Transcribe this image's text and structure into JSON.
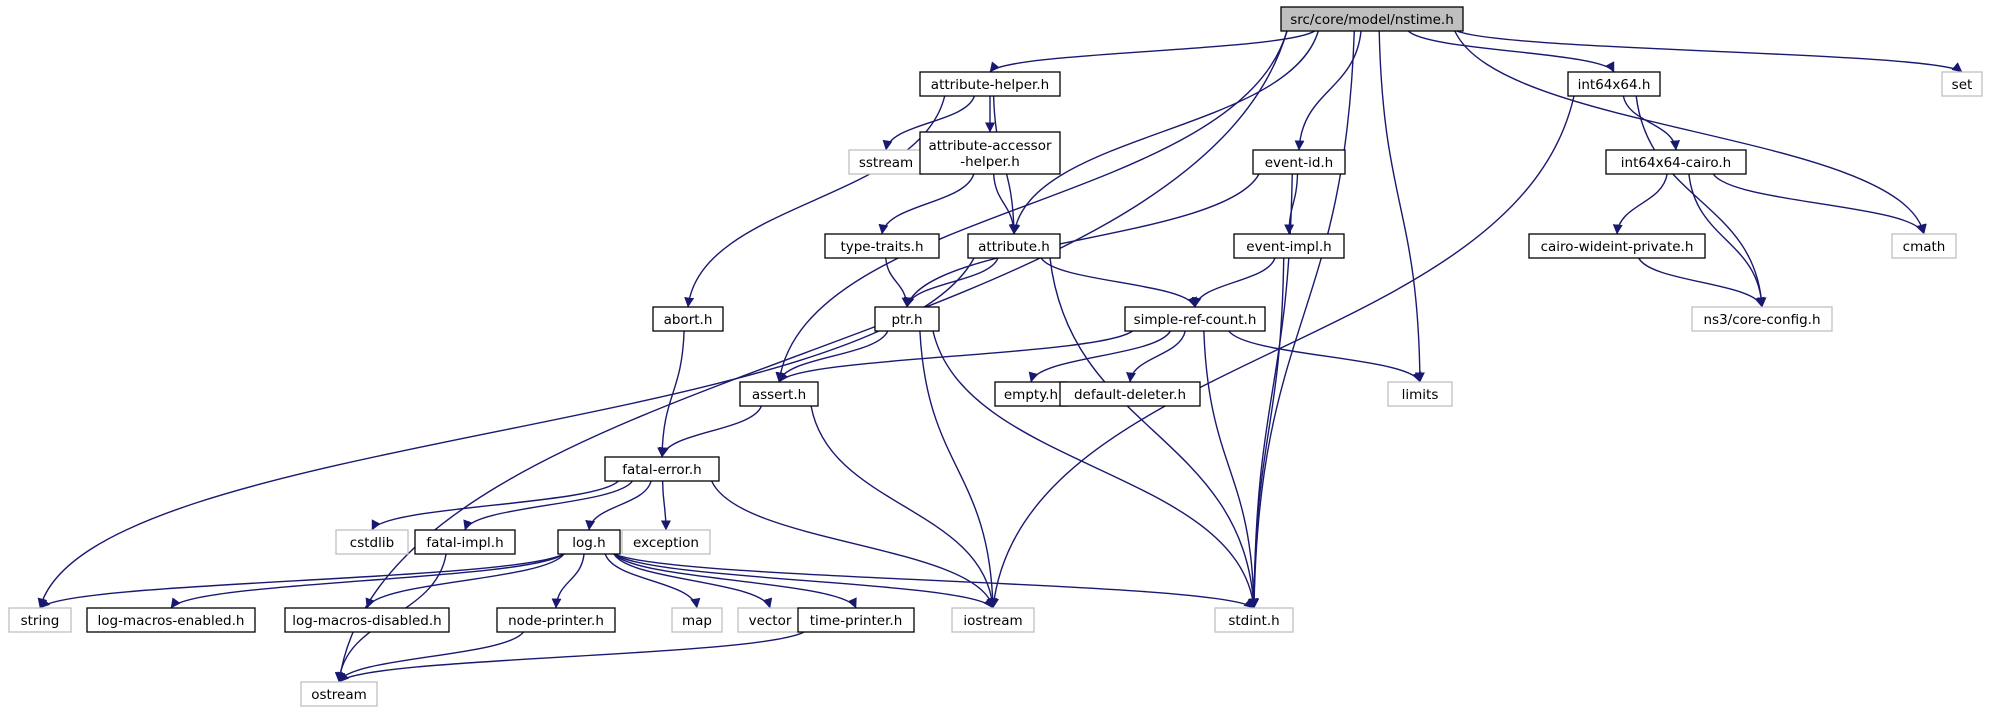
{
  "diagram": {
    "colors": {
      "edge": "#191970",
      "root_fill": "#bfbfbf",
      "external_border": "#bfbfbf",
      "internal_border": "#000000"
    },
    "nodes": [
      {
        "id": "root",
        "lines": [
          "src/core/model/nstime.h"
        ],
        "kind": "root"
      },
      {
        "id": "attribute-helper",
        "lines": [
          "attribute-helper.h"
        ],
        "kind": "file"
      },
      {
        "id": "int64x64",
        "lines": [
          "int64x64.h"
        ],
        "kind": "file"
      },
      {
        "id": "set",
        "lines": [
          "set"
        ],
        "kind": "external"
      },
      {
        "id": "sstream",
        "lines": [
          "sstream"
        ],
        "kind": "external"
      },
      {
        "id": "attribute-accessor-helper",
        "lines": [
          "attribute-accessor",
          "-helper.h"
        ],
        "kind": "file"
      },
      {
        "id": "event-id",
        "lines": [
          "event-id.h"
        ],
        "kind": "file"
      },
      {
        "id": "int64x64-cairo",
        "lines": [
          "int64x64-cairo.h"
        ],
        "kind": "file"
      },
      {
        "id": "type-traits",
        "lines": [
          "type-traits.h"
        ],
        "kind": "file"
      },
      {
        "id": "attribute",
        "lines": [
          "attribute.h"
        ],
        "kind": "file"
      },
      {
        "id": "event-impl",
        "lines": [
          "event-impl.h"
        ],
        "kind": "file"
      },
      {
        "id": "cairo-wideint-private",
        "lines": [
          "cairo-wideint-private.h"
        ],
        "kind": "file"
      },
      {
        "id": "cmath",
        "lines": [
          "cmath"
        ],
        "kind": "external"
      },
      {
        "id": "abort",
        "lines": [
          "abort.h"
        ],
        "kind": "file"
      },
      {
        "id": "ptr",
        "lines": [
          "ptr.h"
        ],
        "kind": "file"
      },
      {
        "id": "simple-ref-count",
        "lines": [
          "simple-ref-count.h"
        ],
        "kind": "file"
      },
      {
        "id": "core-config",
        "lines": [
          "ns3/core-config.h"
        ],
        "kind": "external"
      },
      {
        "id": "assert",
        "lines": [
          "assert.h"
        ],
        "kind": "file"
      },
      {
        "id": "empty",
        "lines": [
          "empty.h"
        ],
        "kind": "file"
      },
      {
        "id": "default-deleter",
        "lines": [
          "default-deleter.h"
        ],
        "kind": "file"
      },
      {
        "id": "limits",
        "lines": [
          "limits"
        ],
        "kind": "external"
      },
      {
        "id": "fatal-error",
        "lines": [
          "fatal-error.h"
        ],
        "kind": "file"
      },
      {
        "id": "cstdlib",
        "lines": [
          "cstdlib"
        ],
        "kind": "external"
      },
      {
        "id": "fatal-impl",
        "lines": [
          "fatal-impl.h"
        ],
        "kind": "file"
      },
      {
        "id": "log",
        "lines": [
          "log.h"
        ],
        "kind": "file"
      },
      {
        "id": "exception",
        "lines": [
          "exception"
        ],
        "kind": "external"
      },
      {
        "id": "string",
        "lines": [
          "string"
        ],
        "kind": "external"
      },
      {
        "id": "log-macros-enabled",
        "lines": [
          "log-macros-enabled.h"
        ],
        "kind": "file"
      },
      {
        "id": "log-macros-disabled",
        "lines": [
          "log-macros-disabled.h"
        ],
        "kind": "file"
      },
      {
        "id": "node-printer",
        "lines": [
          "node-printer.h"
        ],
        "kind": "file"
      },
      {
        "id": "map",
        "lines": [
          "map"
        ],
        "kind": "external"
      },
      {
        "id": "vector",
        "lines": [
          "vector"
        ],
        "kind": "external"
      },
      {
        "id": "time-printer",
        "lines": [
          "time-printer.h"
        ],
        "kind": "file"
      },
      {
        "id": "iostream",
        "lines": [
          "iostream"
        ],
        "kind": "external"
      },
      {
        "id": "stdint",
        "lines": [
          "stdint.h"
        ],
        "kind": "external"
      },
      {
        "id": "ostream",
        "lines": [
          "ostream"
        ],
        "kind": "external"
      }
    ],
    "edges": [
      [
        "root",
        "ostream"
      ],
      [
        "root",
        "attribute-helper"
      ],
      [
        "root",
        "assert"
      ],
      [
        "root",
        "attribute"
      ],
      [
        "root",
        "event-id"
      ],
      [
        "root",
        "limits"
      ],
      [
        "root",
        "stdint"
      ],
      [
        "root",
        "int64x64"
      ],
      [
        "root",
        "cmath"
      ],
      [
        "root",
        "set"
      ],
      [
        "attribute-helper",
        "abort"
      ],
      [
        "attribute-helper",
        "sstream"
      ],
      [
        "attribute-helper",
        "attribute-accessor-helper"
      ],
      [
        "attribute-helper",
        "attribute"
      ],
      [
        "attribute-accessor-helper",
        "type-traits"
      ],
      [
        "attribute-accessor-helper",
        "attribute"
      ],
      [
        "type-traits",
        "ptr"
      ],
      [
        "attribute",
        "string"
      ],
      [
        "attribute",
        "ptr"
      ],
      [
        "attribute",
        "simple-ref-count"
      ],
      [
        "attribute",
        "stdint"
      ],
      [
        "event-id",
        "ptr"
      ],
      [
        "event-id",
        "event-impl"
      ],
      [
        "event-id",
        "stdint"
      ],
      [
        "event-impl",
        "simple-ref-count"
      ],
      [
        "event-impl",
        "stdint"
      ],
      [
        "int64x64",
        "int64x64-cairo"
      ],
      [
        "int64x64",
        "core-config"
      ],
      [
        "int64x64",
        "iostream"
      ],
      [
        "int64x64-cairo",
        "cairo-wideint-private"
      ],
      [
        "int64x64-cairo",
        "core-config"
      ],
      [
        "int64x64-cairo",
        "cmath"
      ],
      [
        "cairo-wideint-private",
        "core-config"
      ],
      [
        "abort",
        "fatal-error"
      ],
      [
        "ptr",
        "assert"
      ],
      [
        "ptr",
        "iostream"
      ],
      [
        "ptr",
        "stdint"
      ],
      [
        "simple-ref-count",
        "assert"
      ],
      [
        "simple-ref-count",
        "empty"
      ],
      [
        "simple-ref-count",
        "default-deleter"
      ],
      [
        "simple-ref-count",
        "limits"
      ],
      [
        "simple-ref-count",
        "stdint"
      ],
      [
        "assert",
        "fatal-error"
      ],
      [
        "assert",
        "iostream"
      ],
      [
        "fatal-error",
        "cstdlib"
      ],
      [
        "fatal-error",
        "fatal-impl"
      ],
      [
        "fatal-error",
        "log"
      ],
      [
        "fatal-error",
        "exception"
      ],
      [
        "fatal-error",
        "iostream"
      ],
      [
        "fatal-impl",
        "ostream"
      ],
      [
        "log",
        "string"
      ],
      [
        "log",
        "log-macros-enabled"
      ],
      [
        "log",
        "log-macros-disabled"
      ],
      [
        "log",
        "node-printer"
      ],
      [
        "log",
        "map"
      ],
      [
        "log",
        "vector"
      ],
      [
        "log",
        "time-printer"
      ],
      [
        "log",
        "iostream"
      ],
      [
        "log",
        "stdint"
      ],
      [
        "node-printer",
        "ostream"
      ],
      [
        "time-printer",
        "ostream"
      ]
    ]
  }
}
